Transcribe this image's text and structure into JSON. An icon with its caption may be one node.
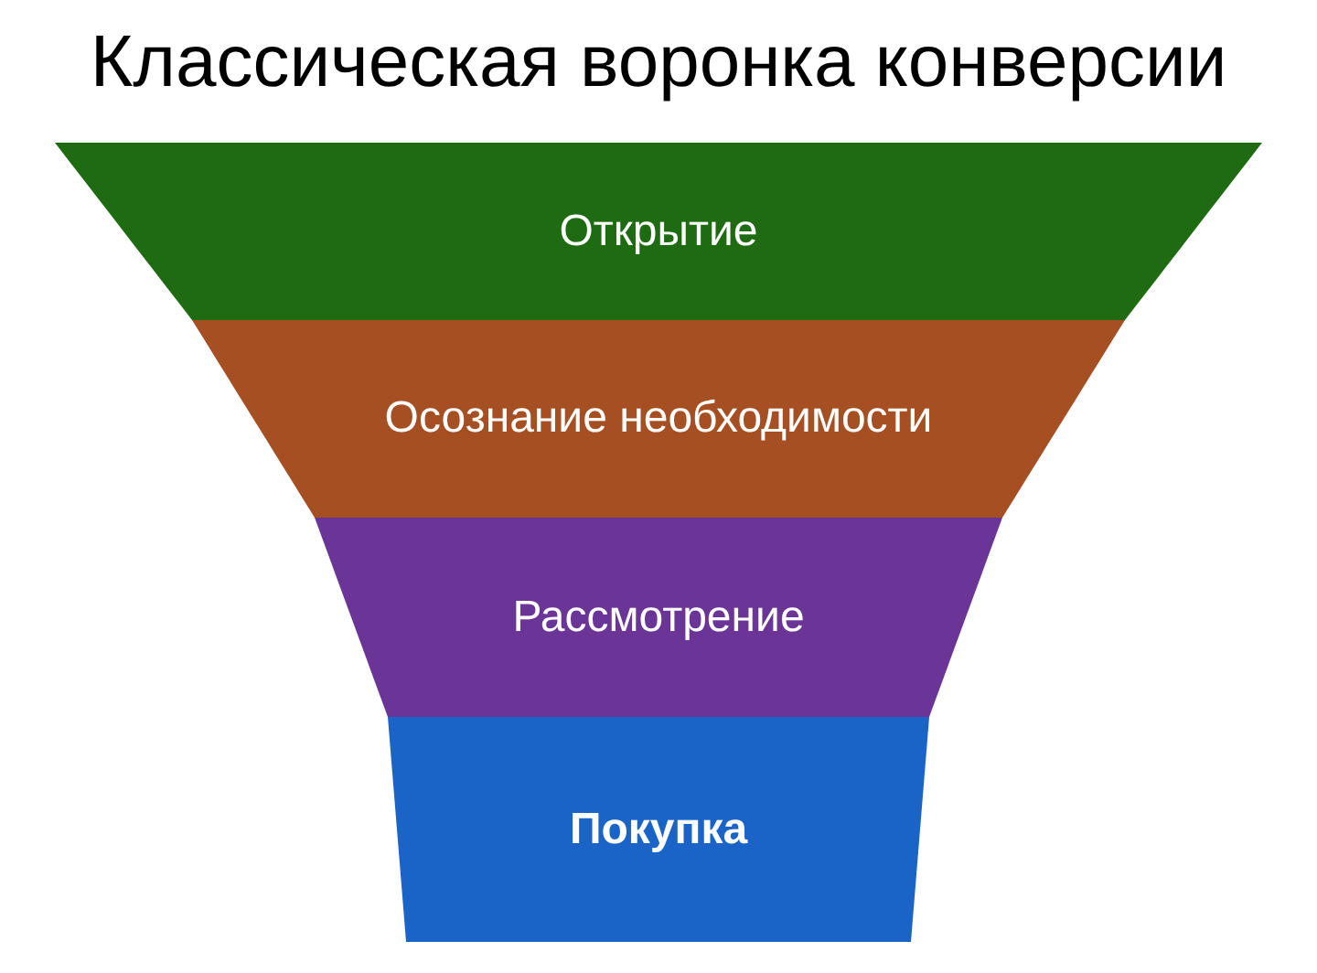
{
  "diagram": {
    "title": "Классическая воронка конверсии",
    "nodes": [
      {
        "text": [
          "Открытие"
        ]
      },
      {
        "text": [
          "Осознание необходимости"
        ]
      },
      {
        "text": [
          "Рассмотрение"
        ]
      },
      {
        "text": [
          "Покупка"
        ]
      }
    ]
  }
}
